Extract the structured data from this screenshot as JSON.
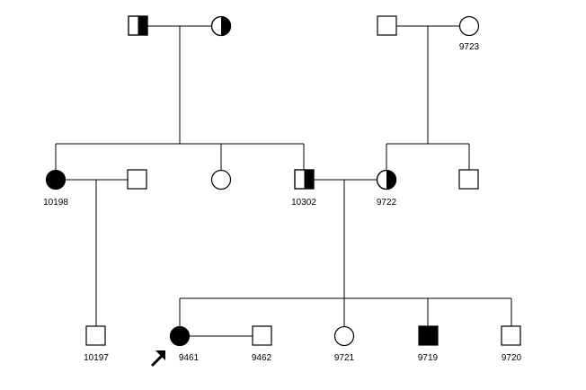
{
  "pedigree": {
    "individuals": [
      {
        "key": "g1_father",
        "sex": "male",
        "status": "carrier",
        "id_label": ""
      },
      {
        "key": "g1_mother",
        "sex": "female",
        "status": "carrier",
        "id_label": ""
      },
      {
        "key": "g1b_father",
        "sex": "male",
        "status": "unaffected",
        "id_label": ""
      },
      {
        "key": "g1b_mother",
        "sex": "female",
        "status": "unaffected",
        "id_label": "9723"
      },
      {
        "key": "g2_10198",
        "sex": "female",
        "status": "affected",
        "id_label": "10198"
      },
      {
        "key": "g2_spouse_10198",
        "sex": "male",
        "status": "unaffected",
        "id_label": ""
      },
      {
        "key": "g2_sister",
        "sex": "female",
        "status": "unaffected",
        "id_label": ""
      },
      {
        "key": "g2_10302",
        "sex": "male",
        "status": "carrier",
        "id_label": "10302"
      },
      {
        "key": "g2_9722",
        "sex": "female",
        "status": "carrier",
        "id_label": "9722"
      },
      {
        "key": "g2_brother_9722",
        "sex": "male",
        "status": "unaffected",
        "id_label": ""
      },
      {
        "key": "g3_10197",
        "sex": "male",
        "status": "unaffected",
        "id_label": "10197"
      },
      {
        "key": "g3_9461",
        "sex": "female",
        "status": "affected",
        "id_label": "9461",
        "proband": true
      },
      {
        "key": "g3_9462",
        "sex": "male",
        "status": "unaffected",
        "id_label": "9462"
      },
      {
        "key": "g3_9721",
        "sex": "female",
        "status": "unaffected",
        "id_label": "9721"
      },
      {
        "key": "g3_9719",
        "sex": "male",
        "status": "affected",
        "id_label": "9719"
      },
      {
        "key": "g3_9720",
        "sex": "male",
        "status": "unaffected",
        "id_label": "9720"
      }
    ]
  }
}
